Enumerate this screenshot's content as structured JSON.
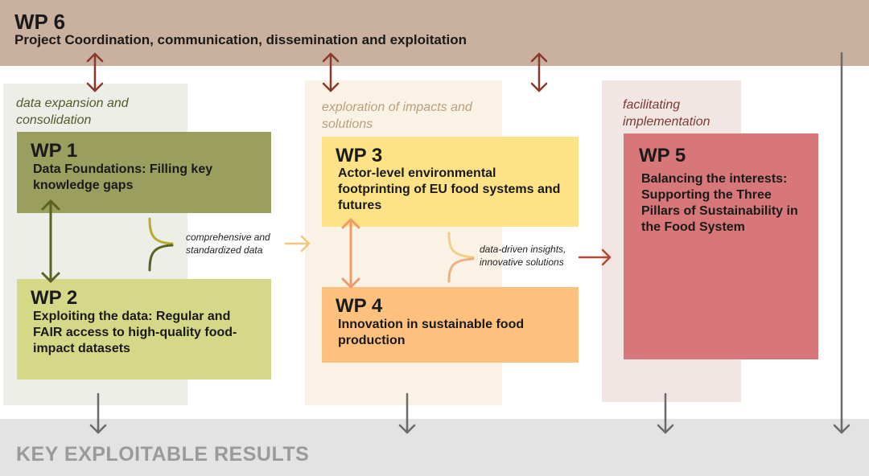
{
  "wp6": {
    "title": "WP 6",
    "subtitle": "Project Coordination, communication, dissemination and exploitation"
  },
  "columns": [
    {
      "label": "data expansion and consolidation"
    },
    {
      "label": "exploration of impacts and  solutions"
    },
    {
      "label": "facilitating implementation"
    }
  ],
  "work_packages": {
    "wp1": {
      "title": "WP 1",
      "text": "Data Foundations: Filling key knowledge gaps",
      "color": "#9a9e5f"
    },
    "wp2": {
      "title": "WP 2",
      "text": "Exploiting the data: Regular and FAIR access to high-quality food-impact datasets",
      "color": "#d5d987"
    },
    "wp3": {
      "title": "WP 3",
      "text": "Actor-level environmental footprinting of EU food systems and futures",
      "color": "#fde286"
    },
    "wp4": {
      "title": "WP 4",
      "text": "Innovation in sustainable food production",
      "color": "#fdc07d"
    },
    "wp5": {
      "title": "WP 5",
      "text": "Balancing the interests: Supporting the Three Pillars of Sustainability in the Food System",
      "color": "#d77779"
    }
  },
  "flows": {
    "note1": "comprehensive and standardized data",
    "note2": "data-driven insights, innovative solutions"
  },
  "results": {
    "title": "KEY EXPLOITABLE RESULTS"
  },
  "colors": {
    "wp6_band": "#c9b09f",
    "results_band": "#e3e3e3",
    "coordination_arrow": "#8a3a2b",
    "results_arrow": "#6b6b6b"
  }
}
